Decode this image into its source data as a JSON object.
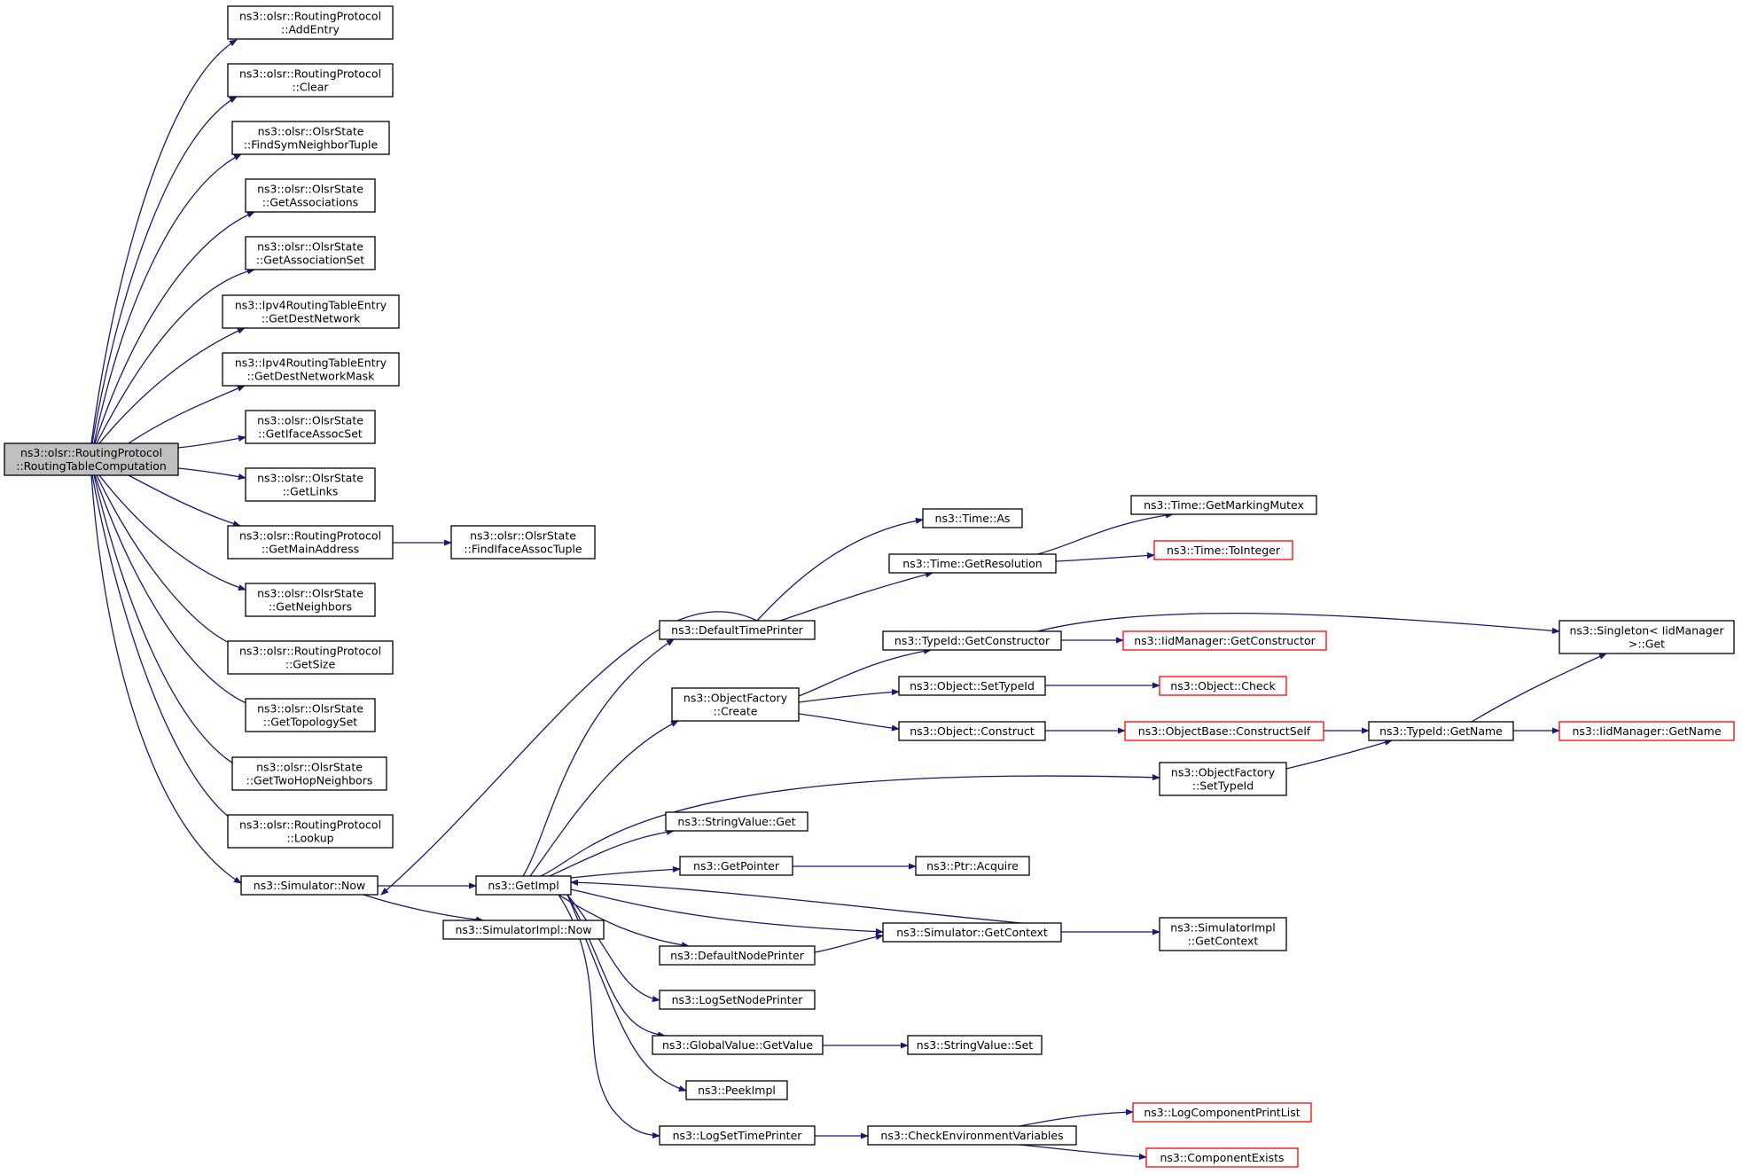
{
  "colors": {
    "edge": "#191970",
    "root_fill": "#bfbfbf",
    "normal_border": "#000000",
    "truncated_border": "#ff0000",
    "background": "#ffffff"
  },
  "nodes": {
    "root": {
      "lines": [
        "ns3::olsr::RoutingProtocol",
        "::RoutingTableComputation"
      ]
    },
    "addentry": {
      "lines": [
        "ns3::olsr::RoutingProtocol",
        "::AddEntry"
      ]
    },
    "clear": {
      "lines": [
        "ns3::olsr::RoutingProtocol",
        "::Clear"
      ]
    },
    "findsym": {
      "lines": [
        "ns3::olsr::OlsrState",
        "::FindSymNeighborTuple"
      ]
    },
    "getassociations": {
      "lines": [
        "ns3::olsr::OlsrState",
        "::GetAssociations"
      ]
    },
    "getassocset": {
      "lines": [
        "ns3::olsr::OlsrState",
        "::GetAssociationSet"
      ]
    },
    "getdestnet": {
      "lines": [
        "ns3::Ipv4RoutingTableEntry",
        "::GetDestNetwork"
      ]
    },
    "getdestmask": {
      "lines": [
        "ns3::Ipv4RoutingTableEntry",
        "::GetDestNetworkMask"
      ]
    },
    "getiface": {
      "lines": [
        "ns3::olsr::OlsrState",
        "::GetIfaceAssocSet"
      ]
    },
    "getlinks": {
      "lines": [
        "ns3::olsr::OlsrState",
        "::GetLinks"
      ]
    },
    "getmainaddr": {
      "lines": [
        "ns3::olsr::RoutingProtocol",
        "::GetMainAddress"
      ]
    },
    "findiface": {
      "lines": [
        "ns3::olsr::OlsrState",
        "::FindIfaceAssocTuple"
      ]
    },
    "getneighbors": {
      "lines": [
        "ns3::olsr::OlsrState",
        "::GetNeighbors"
      ]
    },
    "getsize": {
      "lines": [
        "ns3::olsr::RoutingProtocol",
        "::GetSize"
      ]
    },
    "gettopology": {
      "lines": [
        "ns3::olsr::OlsrState",
        "::GetTopologySet"
      ]
    },
    "gettwohop": {
      "lines": [
        "ns3::olsr::OlsrState",
        "::GetTwoHopNeighbors"
      ]
    },
    "lookup": {
      "lines": [
        "ns3::olsr::RoutingProtocol",
        "::Lookup"
      ]
    },
    "simnow": {
      "lines": [
        "ns3::Simulator::Now"
      ]
    },
    "getimpl": {
      "lines": [
        "ns3::GetImpl"
      ]
    },
    "simimplnow": {
      "lines": [
        "ns3::SimulatorImpl::Now"
      ]
    },
    "defaulttimeprinter": {
      "lines": [
        "ns3::DefaultTimePrinter"
      ]
    },
    "timeas": {
      "lines": [
        "ns3::Time::As"
      ]
    },
    "getresolution": {
      "lines": [
        "ns3::Time::GetResolution"
      ]
    },
    "getmarkingmutex": {
      "lines": [
        "ns3::Time::GetMarkingMutex"
      ]
    },
    "tointeger": {
      "lines": [
        "ns3::Time::ToInteger"
      ]
    },
    "ofcreate": {
      "lines": [
        "ns3::ObjectFactory",
        "::Create"
      ]
    },
    "typeidgetctor": {
      "lines": [
        "ns3::TypeId::GetConstructor"
      ]
    },
    "iidgetctor": {
      "lines": [
        "ns3::IidManager::GetConstructor"
      ]
    },
    "singletonget": {
      "lines": [
        "ns3::Singleton< IidManager",
        " >::Get"
      ]
    },
    "settypeid": {
      "lines": [
        "ns3::Object::SetTypeId"
      ]
    },
    "objcheck": {
      "lines": [
        "ns3::Object::Check"
      ]
    },
    "objconstruct": {
      "lines": [
        "ns3::Object::Construct"
      ]
    },
    "constructself": {
      "lines": [
        "ns3::ObjectBase::ConstructSelf"
      ]
    },
    "typeidgetname": {
      "lines": [
        "ns3::TypeId::GetName"
      ]
    },
    "iidgetname": {
      "lines": [
        "ns3::IidManager::GetName"
      ]
    },
    "ofsettypeid": {
      "lines": [
        "ns3::ObjectFactory",
        "::SetTypeId"
      ]
    },
    "stringget": {
      "lines": [
        "ns3::StringValue::Get"
      ]
    },
    "getpointer": {
      "lines": [
        "ns3::GetPointer"
      ]
    },
    "ptracquire": {
      "lines": [
        "ns3::Ptr::Acquire"
      ]
    },
    "simgetcontext": {
      "lines": [
        "ns3::Simulator::GetContext"
      ]
    },
    "simimplgetcontext": {
      "lines": [
        "ns3::SimulatorImpl",
        "::GetContext"
      ]
    },
    "defaultnodeprinter": {
      "lines": [
        "ns3::DefaultNodePrinter"
      ]
    },
    "logsetnodeprinter": {
      "lines": [
        "ns3::LogSetNodePrinter"
      ]
    },
    "globalgetvalue": {
      "lines": [
        "ns3::GlobalValue::GetValue"
      ]
    },
    "stringset": {
      "lines": [
        "ns3::StringValue::Set"
      ]
    },
    "peekimpl": {
      "lines": [
        "ns3::PeekImpl"
      ]
    },
    "logsettimeprinter": {
      "lines": [
        "ns3::LogSetTimePrinter"
      ]
    },
    "checkenv": {
      "lines": [
        "ns3::CheckEnvironmentVariables"
      ]
    },
    "logcompprint": {
      "lines": [
        "ns3::LogComponentPrintList"
      ]
    },
    "compexists": {
      "lines": [
        "ns3::ComponentExists"
      ]
    }
  }
}
